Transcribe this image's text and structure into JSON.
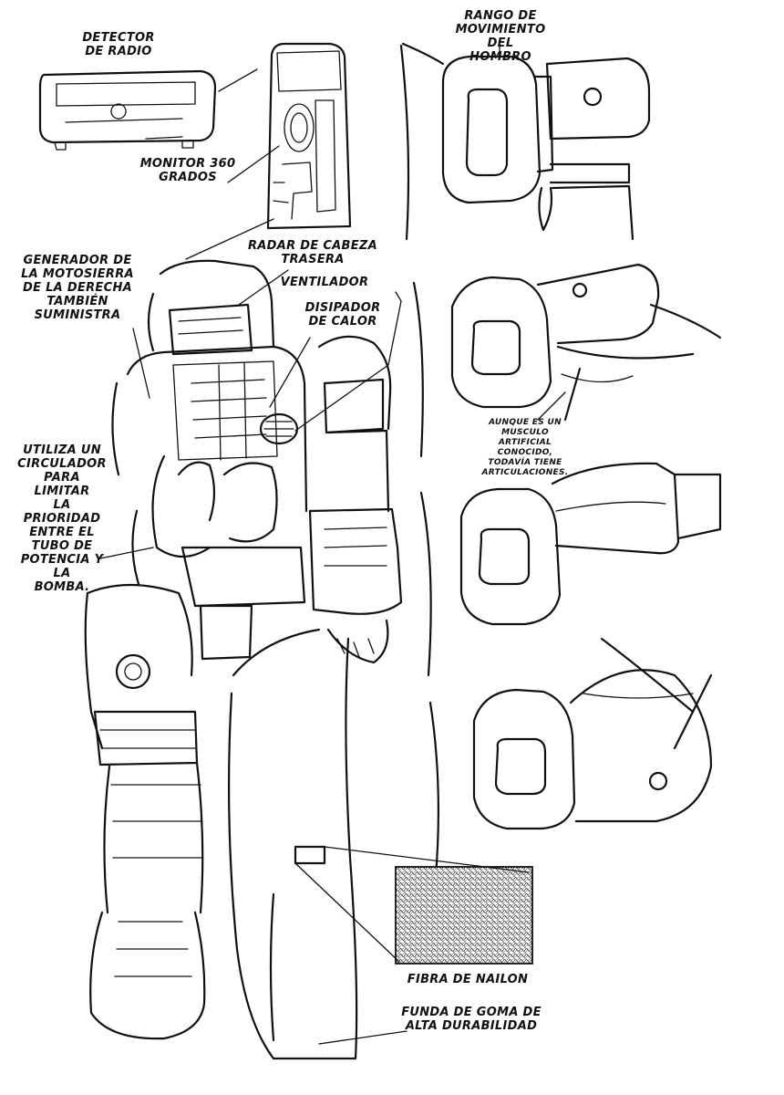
{
  "labels": {
    "radio_detector": "DETECTOR\nDE RADIO",
    "monitor_360": "MONITOR 360\nGRADOS",
    "shoulder_range": "RANGO DE\nMOVIMIENTO DEL\nHOMBRO",
    "rear_head_radar": "RADAR DE CABEZA\nTRASERA",
    "chainsaw_generator": "GENERADOR DE\nLA MOTOSIERRA\nDE LA DERECHA\nTAMBIÉN\nSUMINISTRA",
    "fan": "VENTILADOR",
    "heat_sink": "DISIPADOR\nDE CALOR",
    "artificial_muscle": "AUNQUE ES UN\nMUSCULO\nARTIFICIAL\nCONOCIDO,\nTODAVÍA TIENE\nARTICULACIONES.",
    "circulator": "UTILIZA UN\nCIRCULADOR\nPARA LIMITAR\nLA PRIORIDAD\nENTRE EL\nTUBO DE\nPOTENCIA Y LA\nBOMBA.",
    "nylon_fiber": "FIBRA DE NAILON",
    "rubber_sleeve": "FUNDA DE GOMA DE\nALTA DURABILIDAD"
  },
  "colors": {
    "ink": "#111111",
    "paper": "#ffffff"
  }
}
